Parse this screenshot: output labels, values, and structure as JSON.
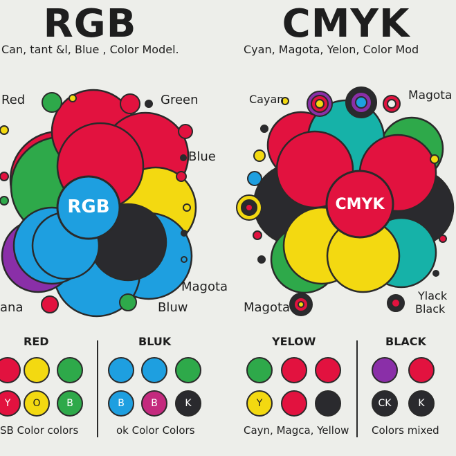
{
  "rgb": {
    "title": "RGB",
    "subtitle": "Can, tant &l, Blue , Color Model.",
    "center_label": "RGB",
    "labels": {
      "red": "Red",
      "green": "Green",
      "blue": "Blue",
      "magota": "Magota",
      "bluw": "Bluw",
      "ana": "ana"
    }
  },
  "cmyk": {
    "title": "CMYK",
    "subtitle": "Cyan, Magota, Yelon, Color Mod",
    "center_label": "CMYK",
    "labels": {
      "cayan": "Cayan",
      "magota_top": "Magota",
      "magota_bottom": "Magota",
      "ylack": "Ylack",
      "black": "Black"
    }
  },
  "legend": {
    "groups": [
      {
        "heading": "RED",
        "footer": "SB Color colors",
        "row1": [
          {
            "color": "#E2123F",
            "text": ""
          },
          {
            "color": "#F3D911",
            "text": ""
          },
          {
            "color": "#2EA94A",
            "text": ""
          }
        ],
        "row2": [
          {
            "color": "#E2123F",
            "text": "Y"
          },
          {
            "color": "#F3D911",
            "text": "O"
          },
          {
            "color": "#2EA94A",
            "text": "B"
          }
        ]
      },
      {
        "heading": "BLUK",
        "footer": "ok Color Colors",
        "row1": [
          {
            "color": "#1E9FE0",
            "text": ""
          },
          {
            "color": "#1E9FE0",
            "text": ""
          },
          {
            "color": "#2EA94A",
            "text": ""
          }
        ],
        "row2": [
          {
            "color": "#1E9FE0",
            "text": "B"
          },
          {
            "color": "#C42A7E",
            "text": "B"
          },
          {
            "color": "#2A2A2E",
            "text": "K"
          }
        ]
      },
      {
        "heading": "YELOW",
        "footer": "Cayn, Magca, Yellow",
        "row1": [
          {
            "color": "#2EA94A",
            "text": ""
          },
          {
            "color": "#E2123F",
            "text": ""
          },
          {
            "color": "#E2123F",
            "text": ""
          }
        ],
        "row2": [
          {
            "color": "#F3D911",
            "text": "Y"
          },
          {
            "color": "#E2123F",
            "text": ""
          },
          {
            "color": "#2A2A2E",
            "text": ""
          }
        ]
      },
      {
        "heading": "BLACK",
        "footer": "Colors  mixed",
        "row1": [
          {
            "color": "#8A2FA8",
            "text": ""
          },
          {
            "color": "#E2123F",
            "text": ""
          }
        ],
        "row2": [
          {
            "color": "#2A2A2E",
            "text": "CK"
          },
          {
            "color": "#2A2A2E",
            "text": "K"
          }
        ]
      }
    ]
  },
  "colors": {
    "red": "#E2123F",
    "green": "#2EA94A",
    "blue": "#1E9FE0",
    "yellow": "#F3D911",
    "black": "#2A2A2E",
    "purple": "#8A2FA8",
    "teal": "#16B2A8",
    "background": "#EDEEEA"
  }
}
